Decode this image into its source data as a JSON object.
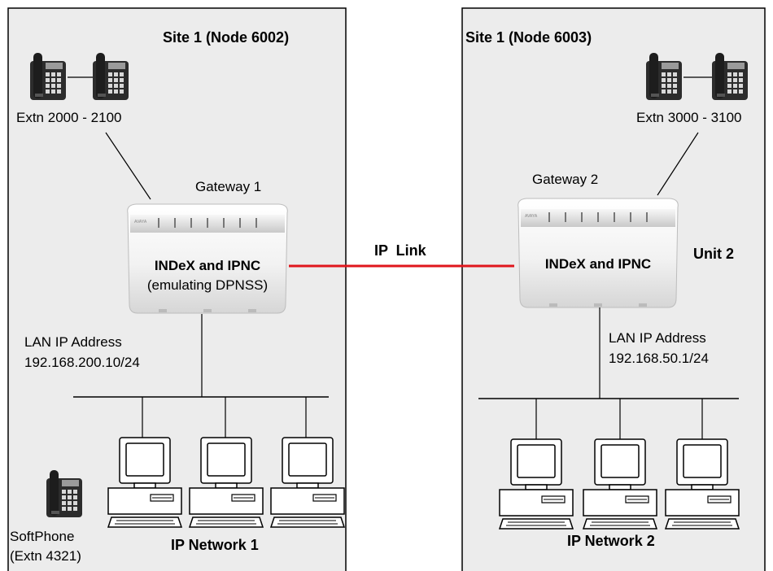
{
  "sites": [
    {
      "title": "Site 1 (Node 6002)",
      "extensions": "Extn 2000 - 2100",
      "gateway_label": "Gateway 1",
      "gateway_line1": "INDeX and IPNC",
      "gateway_line2": "(emulating DPNSS)",
      "lan_label": "LAN IP Address",
      "lan_address": "192.168.200.10/24",
      "network_label": "IP Network 1",
      "softphone_label": "SoftPhone",
      "softphone_extension": "(Extn 4321)"
    },
    {
      "title": "Site 1 (Node 6003)",
      "extensions": "Extn 3000 - 3100",
      "gateway_label": "Gateway 2",
      "gateway_line1": "INDeX and IPNC",
      "unit_label": "Unit 2",
      "lan_label": "LAN IP Address",
      "lan_address": "192.168.50.1/24",
      "network_label": "IP Network 2"
    }
  ],
  "link": {
    "label": "IP  Link",
    "color": "#e0161c"
  },
  "colors": {
    "panel": "#ececec",
    "border": "#000000",
    "gateway": "#f4f4f4",
    "phone": "#2c2c2c"
  },
  "icons": [
    "telephone-icon",
    "gateway-icon",
    "computer-icon"
  ]
}
